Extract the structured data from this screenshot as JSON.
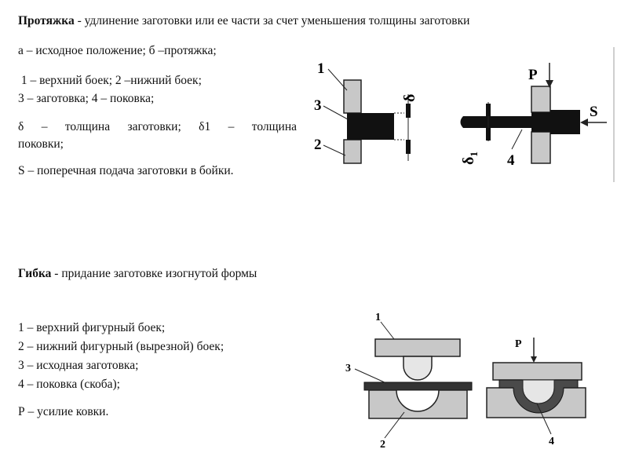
{
  "drawing": {
    "section1": {
      "title_bold": "Протяжка",
      "title_rest": " - удлинение заготовки или ее части за счет уменьшения толщины заготовки",
      "lines": [
        "а – исходное положение; б –протяжка;",
        " 1 – верхний боек; 2 –нижний боек;",
        "3 – заготовка; 4 – поковка;",
        "δ – толщина заготовки; δ1 – толщина",
        "поковки;",
        "S – поперечная подача заготовки в бойки."
      ],
      "figure": {
        "labels": [
          "1",
          "3",
          "2",
          "δ",
          "P",
          "S",
          "δ",
          "1",
          "4"
        ]
      }
    },
    "section2": {
      "title_bold": "Гибка",
      "title_rest": " - придание заготовке изогнутой формы",
      "lines": [
        "1 – верхний фигурный боек;",
        "2 – нижний фигурный (вырезной) боек;",
        "3 – исходная заготовка;",
        "4 – поковка (скоба);",
        "Р – усилие ковки."
      ],
      "figure": {
        "labels": [
          "1",
          "3",
          "2",
          "P",
          "4"
        ]
      }
    }
  }
}
